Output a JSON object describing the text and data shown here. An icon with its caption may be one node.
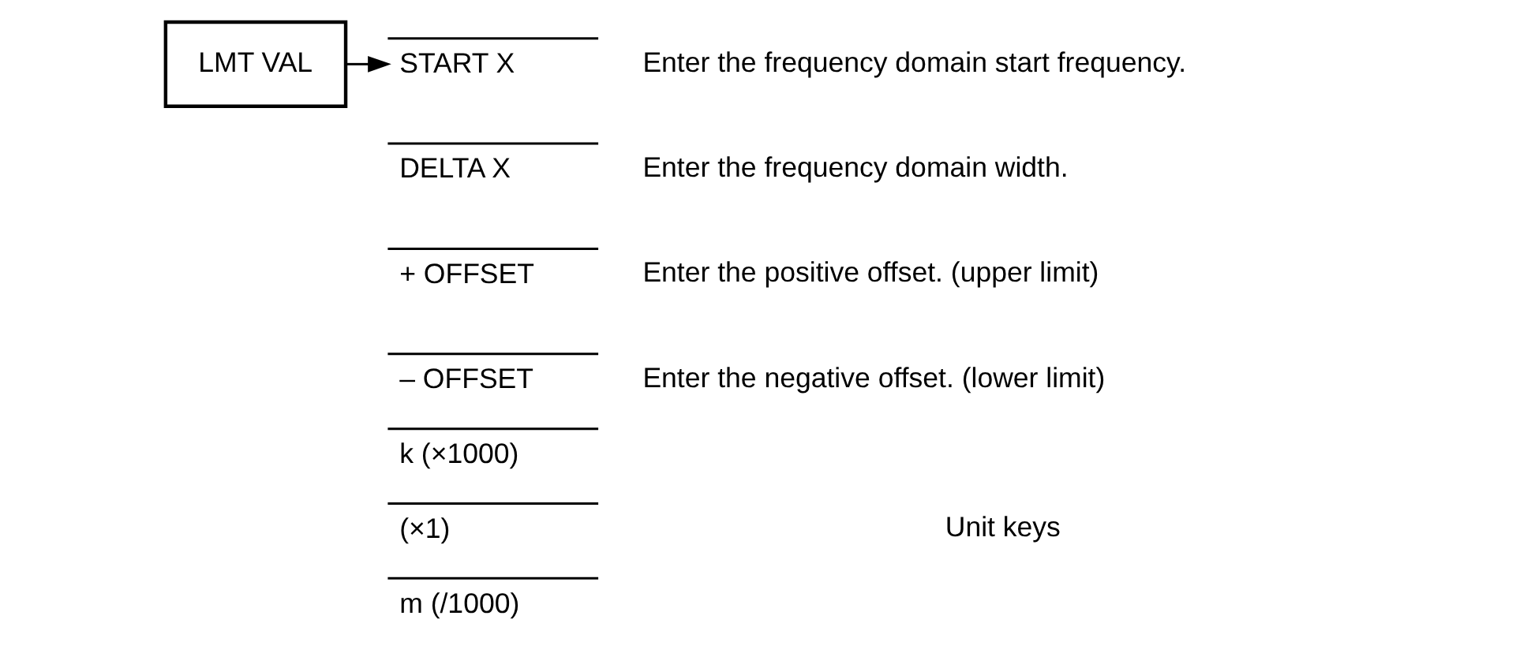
{
  "diagram": {
    "nodes": [
      {
        "text": [
          "LMT VAL"
        ]
      },
      {
        "text": [
          "START X"
        ],
        "beside": [
          "Enter the frequency domain start frequency."
        ]
      },
      {
        "text": [
          "DELTA X"
        ],
        "beside": [
          "Enter the frequency domain width."
        ]
      },
      {
        "text": [
          "+ OFFSET"
        ],
        "beside": [
          "Enter the positive offset. (upper limit)"
        ]
      },
      {
        "text": [
          "– OFFSET"
        ],
        "beside": [
          "Enter the negative offset. (lower limit)"
        ]
      },
      {
        "text": [
          "k (×1000)"
        ]
      },
      {
        "text": [
          "(×1)"
        ]
      },
      {
        "text": [
          "m (/1000)"
        ]
      }
    ],
    "edges": [
      {
        "from": 0,
        "to": 1,
        "arrow": "to"
      }
    ],
    "labels": [
      "Unit keys"
    ]
  }
}
